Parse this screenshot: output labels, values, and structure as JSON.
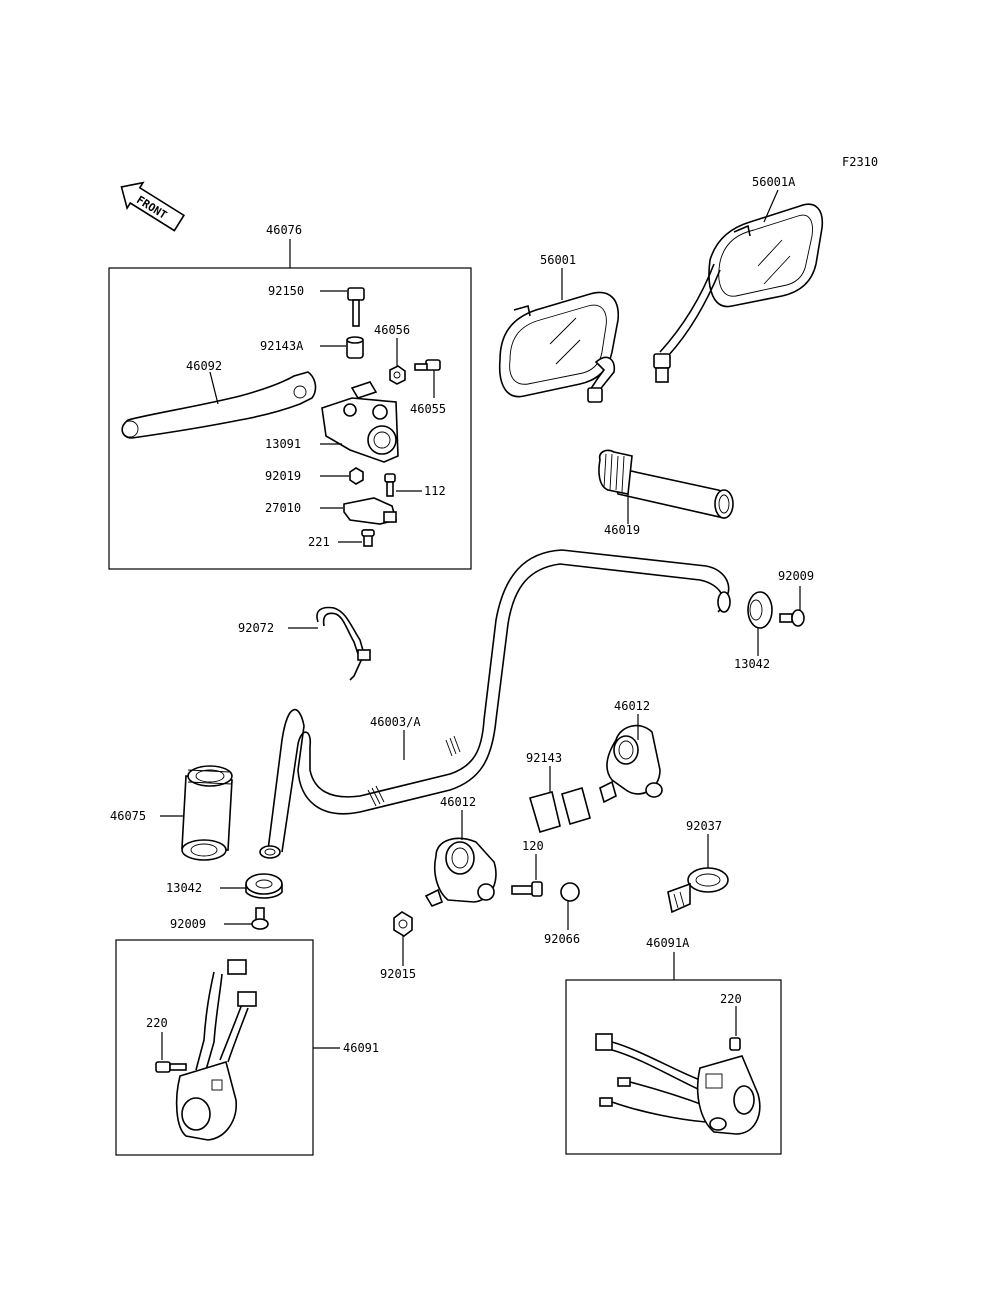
{
  "figure_code": "F2310",
  "front_arrow_label": "FRONT",
  "labels": {
    "p46076": "46076",
    "p92150": "92150",
    "p92143a": "92143A",
    "p46056": "46056",
    "p46092": "46092",
    "p46055": "46055",
    "p13091": "13091",
    "p92019": "92019",
    "p112": "112",
    "p27010": "27010",
    "p221": "221",
    "p56001": "56001",
    "p56001a": "56001A",
    "p46019": "46019",
    "p92009_right": "92009",
    "p13042_right": "13042",
    "p92072": "92072",
    "p46003a": "46003/A",
    "p46012_upper": "46012",
    "p92143": "92143",
    "p46012_lower": "46012",
    "p92037": "92037",
    "p46075": "46075",
    "p120": "120",
    "p13042_left": "13042",
    "p92066": "92066",
    "p92009_left": "92009",
    "p92015": "92015",
    "p46091a": "46091A",
    "p220_right": "220",
    "p220_left": "220",
    "p46091": "46091"
  }
}
